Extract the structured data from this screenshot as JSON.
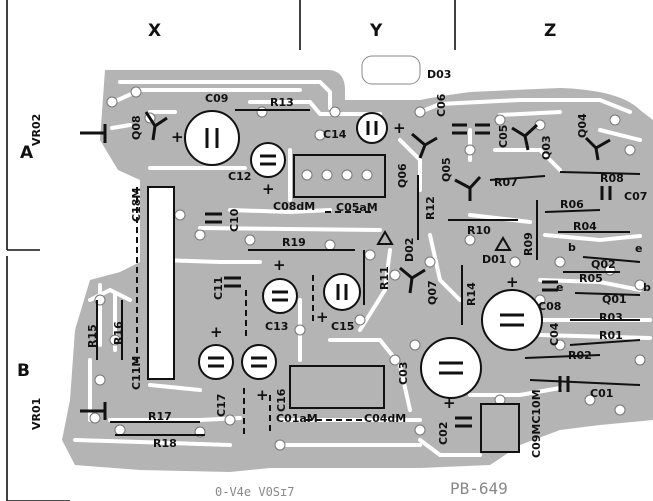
{
  "grid": {
    "columns": [
      "X",
      "Y",
      "Z"
    ],
    "rows": [
      "A",
      "B"
    ]
  },
  "components": {
    "D03": "D03",
    "C09": "C09",
    "R13": "R13",
    "VR02": "VR02",
    "Q08": "Q08",
    "C14": "C14",
    "C06": "C06",
    "C05": "C05",
    "Q03": "Q03",
    "Q04": "Q04",
    "C12": "C12",
    "Q06": "Q06",
    "Q05": "Q05",
    "R08": "R08",
    "R07": "R07",
    "C07": "C07",
    "C18M": "C18M",
    "C08dM": "C08dM",
    "C05aM": "C05aM",
    "R12": "R12",
    "R06": "R06",
    "C10": "C10",
    "R10": "R10",
    "R04": "R04",
    "D02": "D02",
    "R09": "R09",
    "b1": "b",
    "e1": "e",
    "R19": "R19",
    "R11": "R11",
    "D01": "D01",
    "Q02": "Q02",
    "e2": "e",
    "b2": "b",
    "R05": "R05",
    "C11": "C11",
    "Q07": "Q07",
    "R14": "R14",
    "C08": "C08",
    "Q01": "Q01",
    "R15": "R15",
    "R16": "R16",
    "C13": "C13",
    "C15": "C15",
    "R03": "R03",
    "C04": "C04",
    "R01": "R01",
    "C11M": "C11M",
    "R02": "R02",
    "C03": "C03",
    "C16": "C16",
    "VR01": "VR01",
    "C17": "C17",
    "C01": "C01",
    "R17": "R17",
    "C01aM": "C01aM",
    "C04dM": "C04dM",
    "C02": "C02",
    "C09MC10M": "C09MC10M",
    "R18": "R18"
  },
  "footer": {
    "code_left": "0-V4e  V0Sɪ7",
    "code_right": "PB-649"
  }
}
